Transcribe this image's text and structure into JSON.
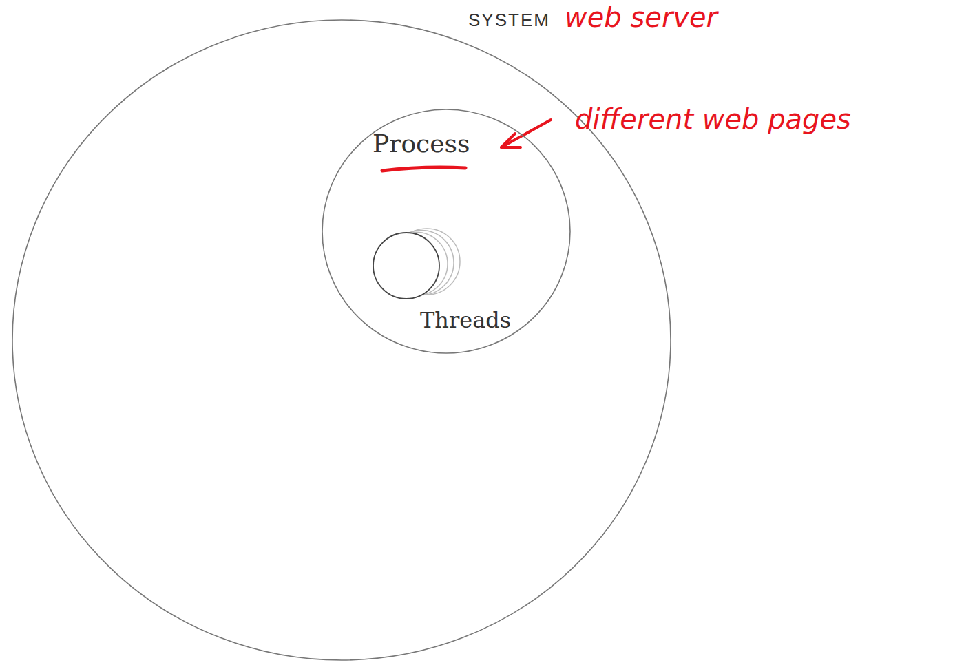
{
  "diagram": {
    "nodes": [
      {
        "text": [
          "SYSTEM"
        ]
      },
      {
        "text": [
          "Process"
        ],
        "in": 0
      },
      {
        "text": [
          "Threads"
        ],
        "in": 1
      }
    ],
    "labels": [
      "web server",
      "different web pages"
    ]
  }
}
